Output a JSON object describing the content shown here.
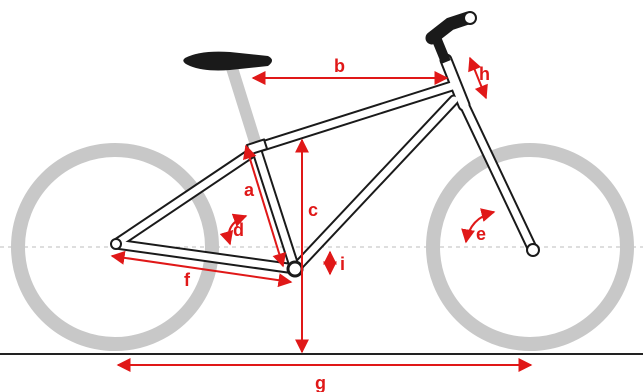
{
  "diagram": {
    "colors": {
      "frame_stroke": "#1a1a1a",
      "frame_fill": "#ffffff",
      "tire": "#c8c8c8",
      "seatpost": "#c8c8c8",
      "saddle": "#1a1a1a",
      "dimension": "#e01818",
      "ground": "#222222",
      "axle_line": "#bdbdbd"
    },
    "labels": {
      "a": "a",
      "b": "b",
      "c": "c",
      "d": "d",
      "e": "e",
      "f": "f",
      "g": "g",
      "h": "h",
      "i": "i"
    }
  }
}
